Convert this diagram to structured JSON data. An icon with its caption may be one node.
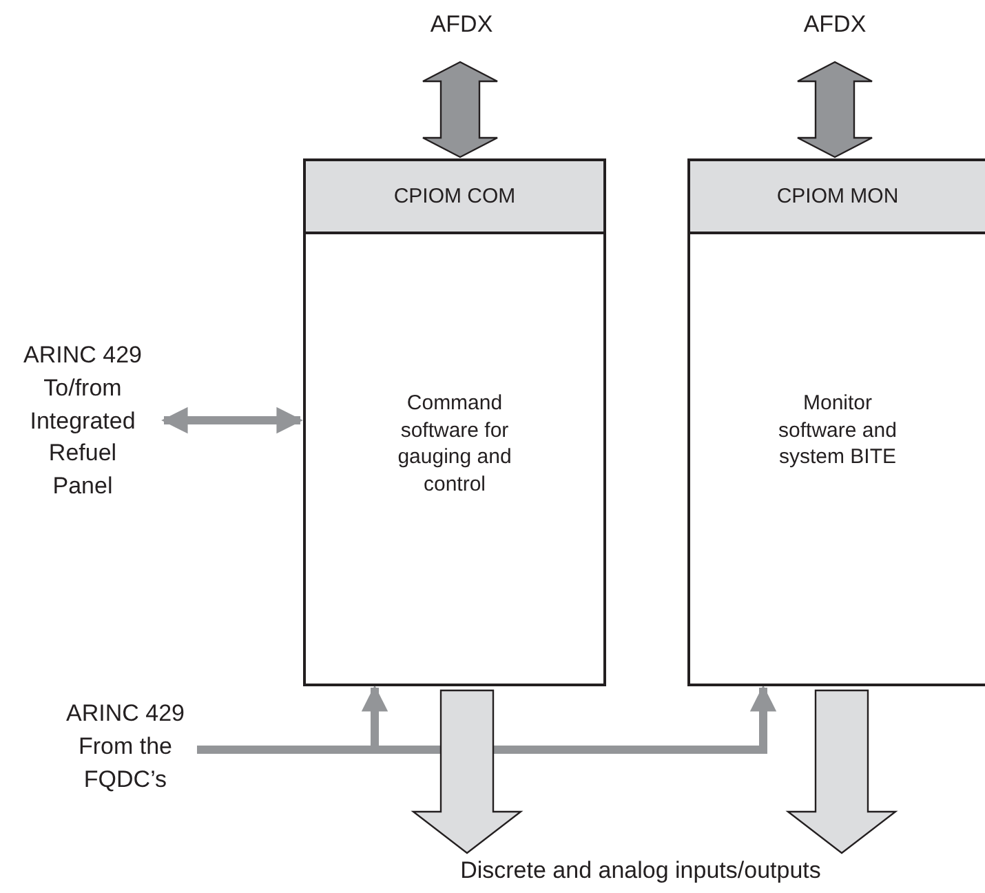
{
  "diagram": {
    "nodes": [
      {
        "text": [
          "AFDX"
        ]
      },
      {
        "text": [
          "AFDX"
        ]
      },
      {
        "text": [
          "CPIOM COM",
          "Command software for gauging and control"
        ]
      },
      {
        "text": [
          "CPIOM MON",
          "Monitor software and system BITE"
        ]
      },
      {
        "text": [
          "ARINC 429 To/from Integrated Refuel Panel"
        ]
      },
      {
        "text": [
          "ARINC 429 From the FQDC’s"
        ]
      },
      {
        "text": [
          "Discrete and analog inputs/outputs"
        ]
      }
    ],
    "edges": [
      {
        "from": 0,
        "to": 2,
        "arrow": "both",
        "style": "thick"
      },
      {
        "from": 1,
        "to": 3,
        "arrow": "both",
        "style": "thick"
      },
      {
        "from": 4,
        "to": 2,
        "arrow": "both"
      },
      {
        "from": 5,
        "to": 2,
        "arrow": "to"
      },
      {
        "from": 5,
        "to": 3,
        "arrow": "to"
      },
      {
        "from": 2,
        "to": 6,
        "arrow": "to",
        "style": "thick",
        "color": "#dcdddf"
      },
      {
        "from": 3,
        "to": 6,
        "arrow": "to",
        "style": "thick",
        "color": "#dcdddf"
      }
    ]
  }
}
